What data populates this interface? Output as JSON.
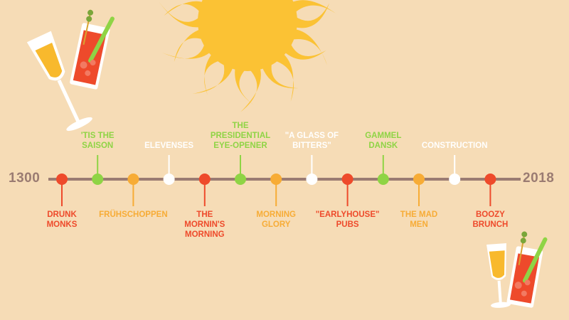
{
  "timeline": {
    "start_year": "1300",
    "end_year": "2018",
    "events": [
      {
        "label": "Drunk\nMonks",
        "position": "below",
        "color": "#ee4a2b"
      },
      {
        "label": "'Tis the\nSaison",
        "position": "above",
        "color": "#8fd445"
      },
      {
        "label": "Frühschoppen",
        "position": "below",
        "color": "#f7ac36"
      },
      {
        "label": "Elevenses",
        "position": "above",
        "color": "#ffffff"
      },
      {
        "label": "The\nMornin's\nMorning",
        "position": "below",
        "color": "#ee4a2b"
      },
      {
        "label": "The\nPresidential\nEye-Opener",
        "position": "above",
        "color": "#8fd445"
      },
      {
        "label": "Morning\nGlory",
        "position": "below",
        "color": "#f7ac36"
      },
      {
        "label": "\"A Glass of\nBitters\"",
        "position": "above",
        "color": "#ffffff"
      },
      {
        "label": "\"Earlyhouse\"\nPubs",
        "position": "below",
        "color": "#ee4a2b"
      },
      {
        "label": "Gammel\nDansk",
        "position": "above",
        "color": "#8fd445"
      },
      {
        "label": "The Mad\nMen",
        "position": "below",
        "color": "#f7ac36"
      },
      {
        "label": "Construction",
        "position": "above",
        "color": "#ffffff"
      },
      {
        "label": "Boozy\nBrunch",
        "position": "below",
        "color": "#ee4a2b"
      }
    ]
  },
  "colors": {
    "background": "#f6dcb6",
    "axis": "#9a7b72",
    "sun": "#fbc234",
    "red": "#ee4a2b",
    "green": "#8fd445",
    "orange": "#f7ac36",
    "white": "#ffffff"
  },
  "decorations": {
    "sun_icon": "sun-icon",
    "glass_icons": [
      "champagne-glass-icon",
      "bloody-mary-glass-icon"
    ]
  }
}
